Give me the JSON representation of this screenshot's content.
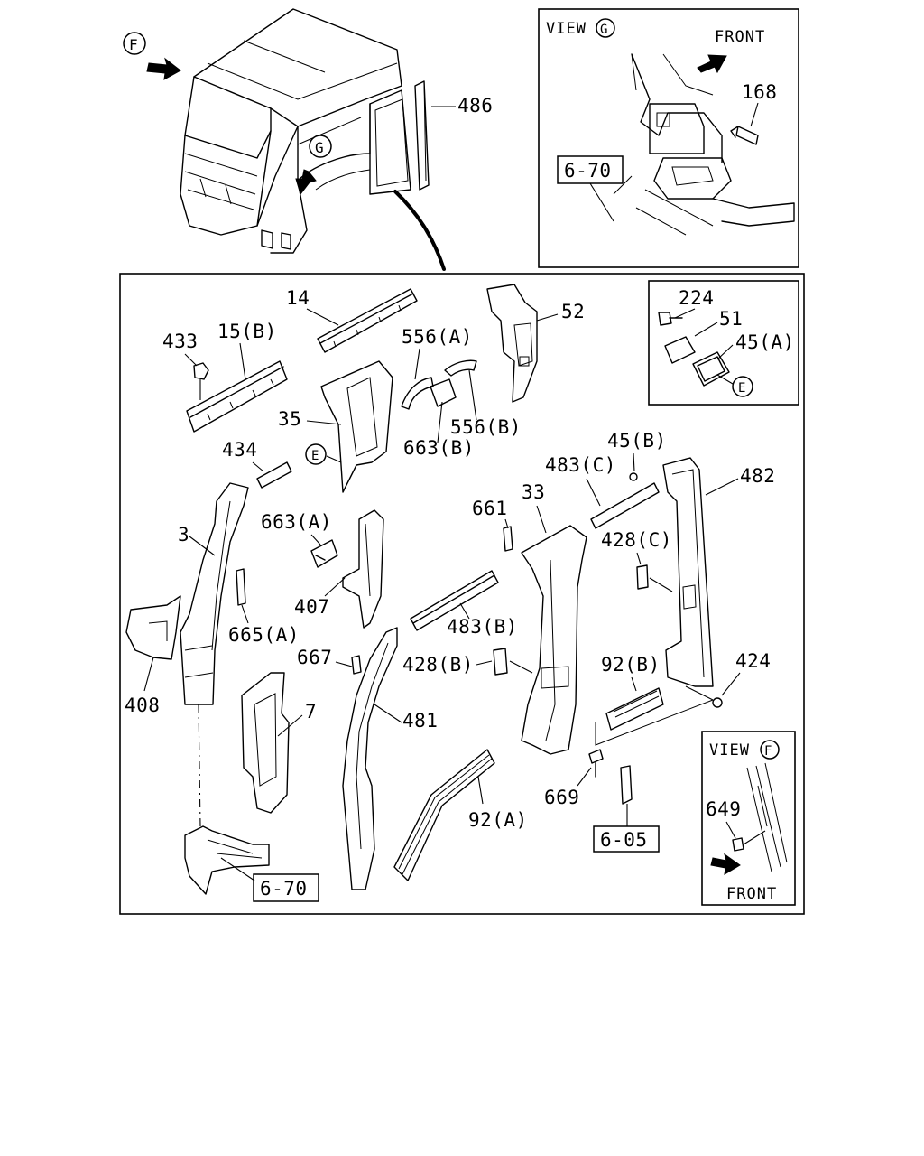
{
  "labels": {
    "l486": "486",
    "l168": "168",
    "l14": "14",
    "l15b": "15(B)",
    "l433": "433",
    "l556a": "556(A)",
    "l556b": "556(B)",
    "l52": "52",
    "l224": "224",
    "l51": "51",
    "l45a": "45(A)",
    "l35": "35",
    "l663b": "663(B)",
    "l434": "434",
    "l45b": "45(B)",
    "l483c": "483(C)",
    "l482": "482",
    "l661": "661",
    "l33": "33",
    "l663a": "663(A)",
    "l3": "3",
    "l428c": "428(C)",
    "l407": "407",
    "l483b": "483(B)",
    "l665a": "665(A)",
    "l667": "667",
    "l428b": "428(B)",
    "l92b": "92(B)",
    "l424": "424",
    "l408": "408",
    "l7": "7",
    "l481": "481",
    "l669": "669",
    "l649": "649",
    "l92a": "92(A)"
  },
  "refs": {
    "r670_top": "6-70",
    "r670_bottom": "6-70",
    "r605": "6-05"
  },
  "markers": {
    "f_top": "F",
    "g_cab": "G",
    "g_view": "G",
    "e_inset": "E",
    "e_main": "E",
    "f_view": "F"
  },
  "views": {
    "view_g_title": "VIEW",
    "view_f_title": "VIEW",
    "front_top": "FRONT",
    "front_bottom": "FRONT"
  }
}
